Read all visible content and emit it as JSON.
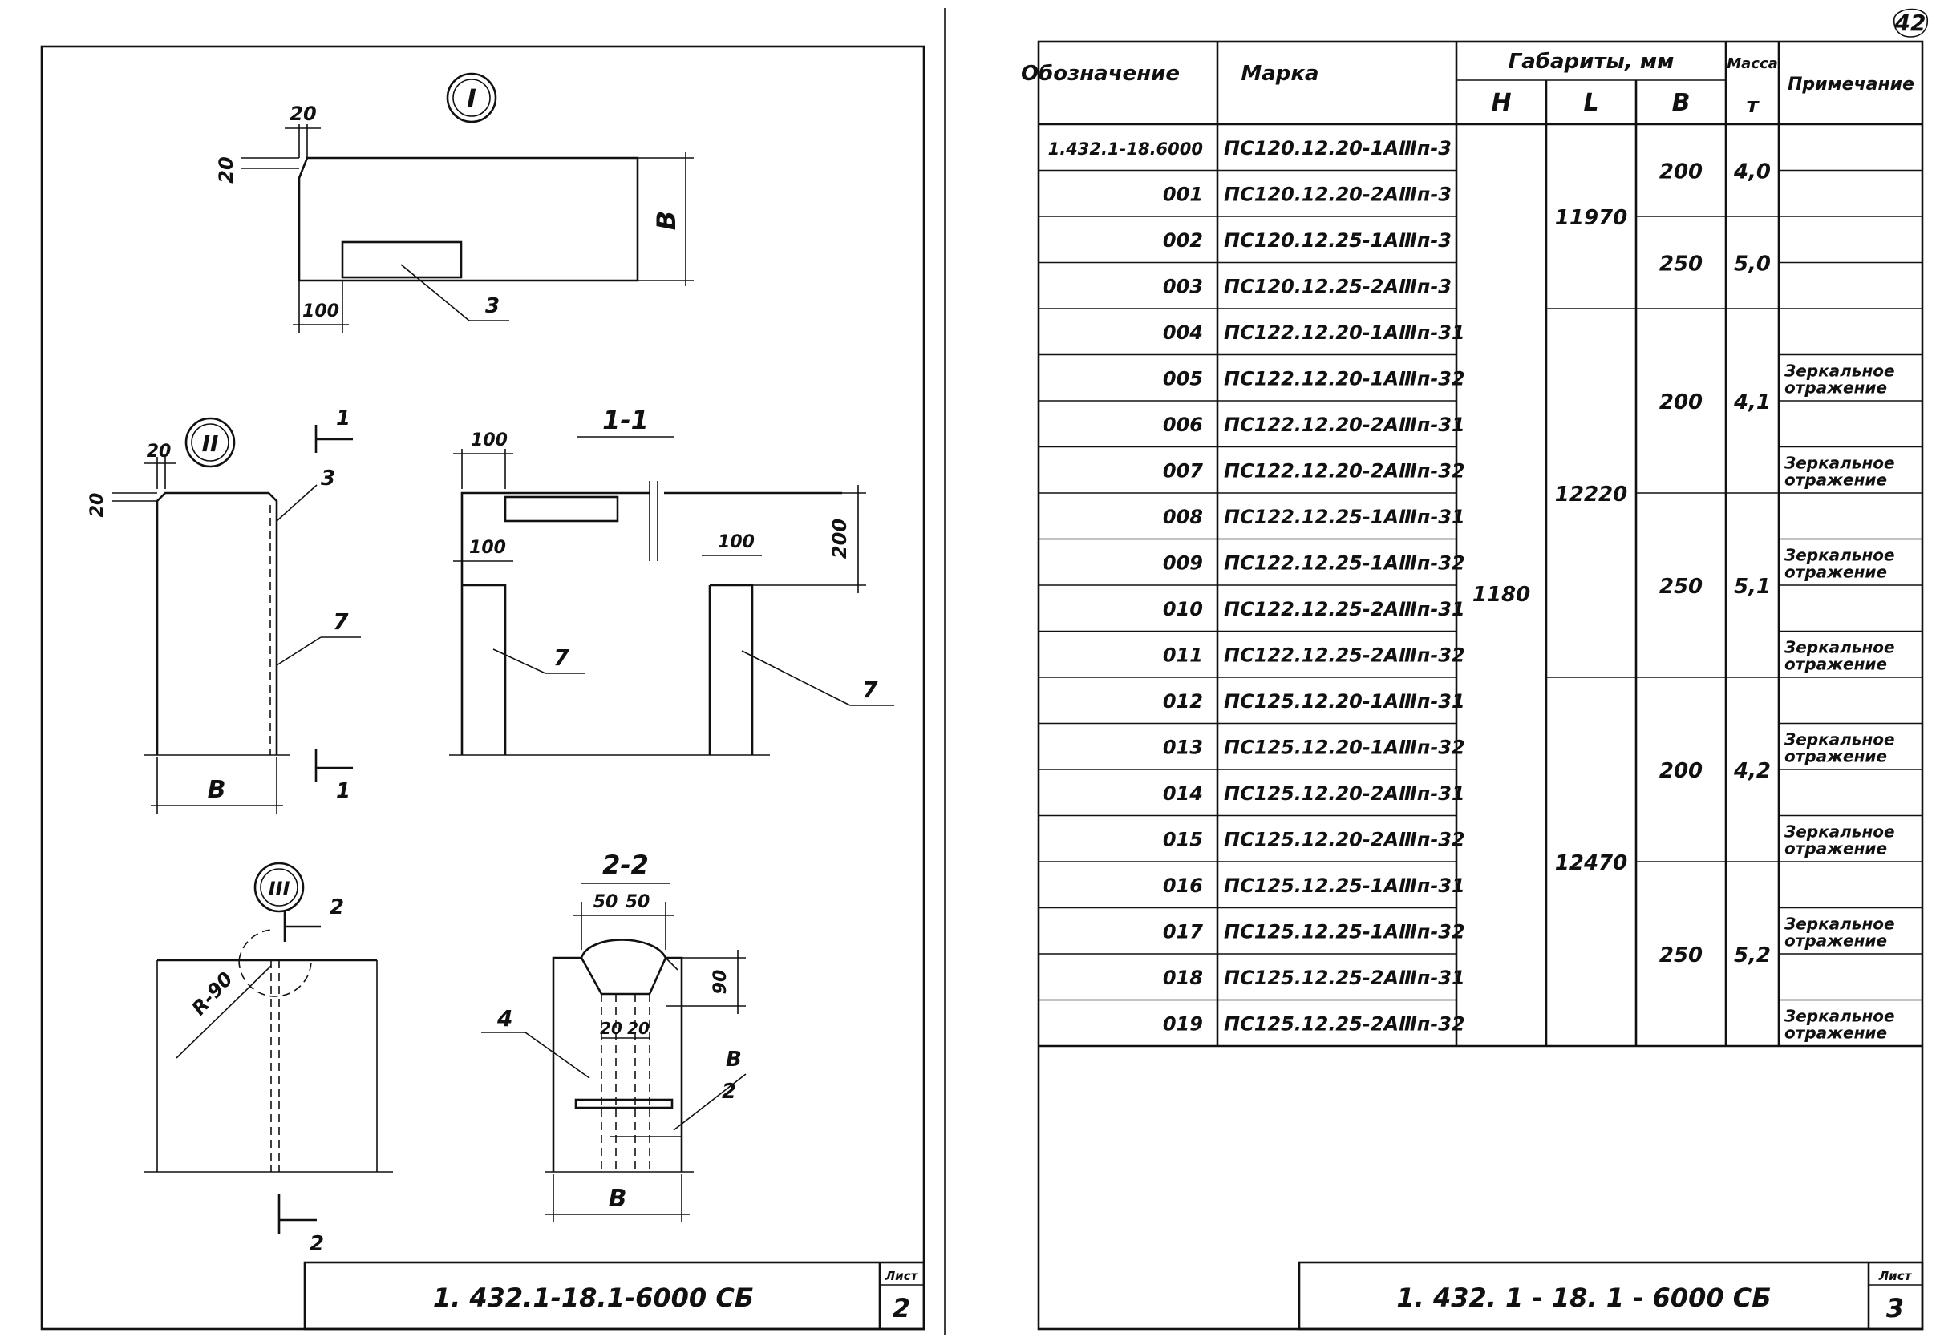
{
  "page_number": "42",
  "left_sheet": {
    "views": {
      "view_I": {
        "marker": "I",
        "dim_chamfer_h": "20",
        "dim_chamfer_v": "20",
        "dim_width": "В",
        "dim_offset": "100",
        "callout_3": "3"
      },
      "view_II": {
        "marker": "II",
        "dim_chamfer_h": "20",
        "dim_chamfer_v": "20",
        "callout_3": "3",
        "callout_7": "7",
        "dim_width": "В",
        "section_mark": "1"
      },
      "section_1_1": {
        "title": "1-1",
        "dim_top": "100",
        "dim_mid_left": "100",
        "dim_mid_right": "100",
        "dim_height": "200",
        "callout_7_left": "7",
        "callout_7_right": "7"
      },
      "view_III": {
        "marker": "III",
        "radius": "R-90",
        "section_mark": "2"
      },
      "section_2_2": {
        "title": "2-2",
        "dim_top_left": "50",
        "dim_top_right": "50",
        "dim_inner_left": "20",
        "dim_inner_right": "20",
        "dim_height": "90",
        "callout_4": "4",
        "label_b": "В",
        "label_2": "2",
        "dim_width": "В"
      }
    },
    "title_block": {
      "designation": "1. 432.1-18.1-6000 СБ",
      "sheet_label": "Лист",
      "sheet_number": "2"
    }
  },
  "right_sheet": {
    "headers": {
      "designation": "Обозначение",
      "mark": "Марка",
      "dims_group": "Габариты, мм",
      "h": "Н",
      "l": "L",
      "b": "В",
      "mass": "Масса",
      "mass_unit": "т",
      "note": "Примечание"
    },
    "rows": [
      {
        "code": "1.432.1-18.6000",
        "mark": "ПС120.12.20-1АⅢп-3",
        "note": ""
      },
      {
        "code": "001",
        "mark": "ПС120.12.20-2АⅢп-3",
        "note": ""
      },
      {
        "code": "002",
        "mark": "ПС120.12.25-1АⅢп-3",
        "note": ""
      },
      {
        "code": "003",
        "mark": "ПС120.12.25-2АⅢп-3",
        "note": ""
      },
      {
        "code": "004",
        "mark": "ПС122.12.20-1АⅢп-31",
        "note": ""
      },
      {
        "code": "005",
        "mark": "ПС122.12.20-1АⅢп-32",
        "note": "Зеркальное отражение"
      },
      {
        "code": "006",
        "mark": "ПС122.12.20-2АⅢп-31",
        "note": ""
      },
      {
        "code": "007",
        "mark": "ПС122.12.20-2АⅢп-32",
        "note": "Зеркальное отражение"
      },
      {
        "code": "008",
        "mark": "ПС122.12.25-1АⅢп-31",
        "note": ""
      },
      {
        "code": "009",
        "mark": "ПС122.12.25-1АⅢп-32",
        "note": "Зеркальное отражение"
      },
      {
        "code": "010",
        "mark": "ПС122.12.25-2АⅢп-31",
        "note": ""
      },
      {
        "code": "011",
        "mark": "ПС122.12.25-2АⅢп-32",
        "note": "Зеркальное отражение"
      },
      {
        "code": "012",
        "mark": "ПС125.12.20-1АⅢп-31",
        "note": ""
      },
      {
        "code": "013",
        "mark": "ПС125.12.20-1АⅢп-32",
        "note": "Зеркальное отражение"
      },
      {
        "code": "014",
        "mark": "ПС125.12.20-2АⅢп-31",
        "note": ""
      },
      {
        "code": "015",
        "mark": "ПС125.12.20-2АⅢп-32",
        "note": "Зеркальное отражение"
      },
      {
        "code": "016",
        "mark": "ПС125.12.25-1АⅢп-31",
        "note": ""
      },
      {
        "code": "017",
        "mark": "ПС125.12.25-1АⅢп-32",
        "note": "Зеркальное отражение"
      },
      {
        "code": "018",
        "mark": "ПС125.12.25-2АⅢп-31",
        "note": ""
      },
      {
        "code": "019",
        "mark": "ПС125.12.25-2АⅢп-32",
        "note": "Зеркальное отражение"
      }
    ],
    "merged": {
      "h_all": "1180",
      "l_group1": "11970",
      "l_group2": "12220",
      "l_group3": "12470",
      "b_values": [
        "200",
        "250",
        "200",
        "250",
        "200",
        "250"
      ],
      "mass_values": [
        "4,0",
        "5,0",
        "4,1",
        "5,1",
        "4,2",
        "5,2"
      ]
    },
    "title_block": {
      "designation": "1. 432. 1 - 18. 1 - 6000 СБ",
      "sheet_label": "Лист",
      "sheet_number": "3"
    }
  }
}
